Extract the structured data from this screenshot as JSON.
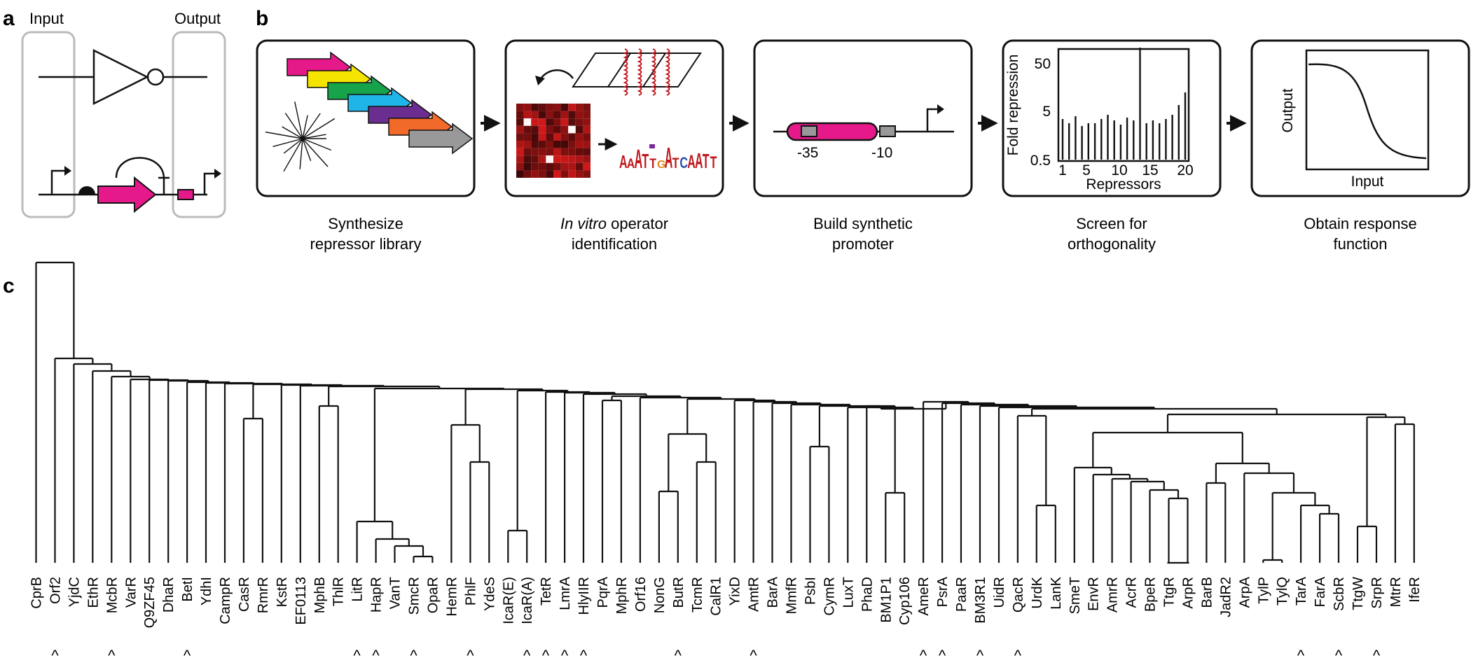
{
  "panel_a": {
    "letter": "a",
    "input_label": "Input",
    "output_label": "Output"
  },
  "panel_b": {
    "letter": "b",
    "steps": [
      {
        "line1": "Synthesize",
        "line2": "repressor library"
      },
      {
        "line1_italic": "In vitro",
        "line1_rest": " operator",
        "line2": "identification"
      },
      {
        "line1": "Build synthetic",
        "line2": "promoter"
      },
      {
        "line1": "Screen for",
        "line2": "orthogonality"
      },
      {
        "line1": "Obtain response",
        "line2": "function"
      }
    ],
    "promoter": {
      "minus35": "-35",
      "minus10": "-10"
    },
    "motif_text": "AAATTGATCAATT",
    "screen_chart": {
      "ylabel": "Fold repression",
      "xlabel": "Repressors",
      "yticks": [
        "50",
        "5",
        "0.5"
      ],
      "xticks": [
        "1",
        "5",
        "10",
        "15",
        "20"
      ]
    },
    "response_chart": {
      "ylabel": "Output",
      "xlabel": "Input"
    }
  },
  "panel_c": {
    "letter": "c",
    "leaves": [
      "CprB",
      "Orf2",
      "YjdC",
      "EthR",
      "McbR",
      "VarR",
      "Q9ZF45",
      "DhaR",
      "BetI",
      "YdhI",
      "CampR",
      "CasR",
      "RmrR",
      "KstR",
      "EF0113",
      "MphB",
      "ThlR",
      "LitR",
      "HapR",
      "VanT",
      "SmcR",
      "OpaR",
      "HemR",
      "PhlF",
      "YdeS",
      "IcaR(E)",
      "IcaR(A)",
      "TetR",
      "LmrA",
      "HlyIIR",
      "PqrA",
      "MphR",
      "Orf16",
      "NonG",
      "ButR",
      "TcmR",
      "CalR1",
      "YixD",
      "AmtR",
      "BarA",
      "MmfR",
      "PsbI",
      "CymR",
      "LuxT",
      "PhaD",
      "BM1P1",
      "Cyp106",
      "AmeR",
      "PsrA",
      "PaaR",
      "BM3R1",
      "UidR",
      "QacR",
      "UrdK",
      "LanK",
      "SmeT",
      "EnvR",
      "AmrR",
      "AcrR",
      "BpeR",
      "TtgR",
      "ArpR",
      "BarB",
      "JadR2",
      "ArpA",
      "TylP",
      "TylQ",
      "TarA",
      "FarA",
      "ScbR",
      "TtgW",
      "SrpR",
      "MtrR",
      "IfeR"
    ],
    "caret_symbol": "^",
    "marked_leaves": [
      "Orf2",
      "McbR",
      "BetI",
      "LitR",
      "HapR",
      "SmcR",
      "PhlF",
      "IcaR(A)",
      "TetR",
      "LmrA",
      "HlyIIR",
      "ButR",
      "AmtR",
      "AmeR",
      "PsrA",
      "BM3R1",
      "QacR",
      "TarA",
      "ScbR",
      "SrpR"
    ]
  },
  "colors": {
    "magenta": "#e6198a",
    "yellow": "#f5e400",
    "green": "#17a34a",
    "cyan": "#1fb5e8",
    "purple": "#6c2d91",
    "orange": "#f26a2a",
    "gray": "#999999",
    "heat_dark": "#5a0a0a",
    "heat_red": "#c0181d"
  }
}
